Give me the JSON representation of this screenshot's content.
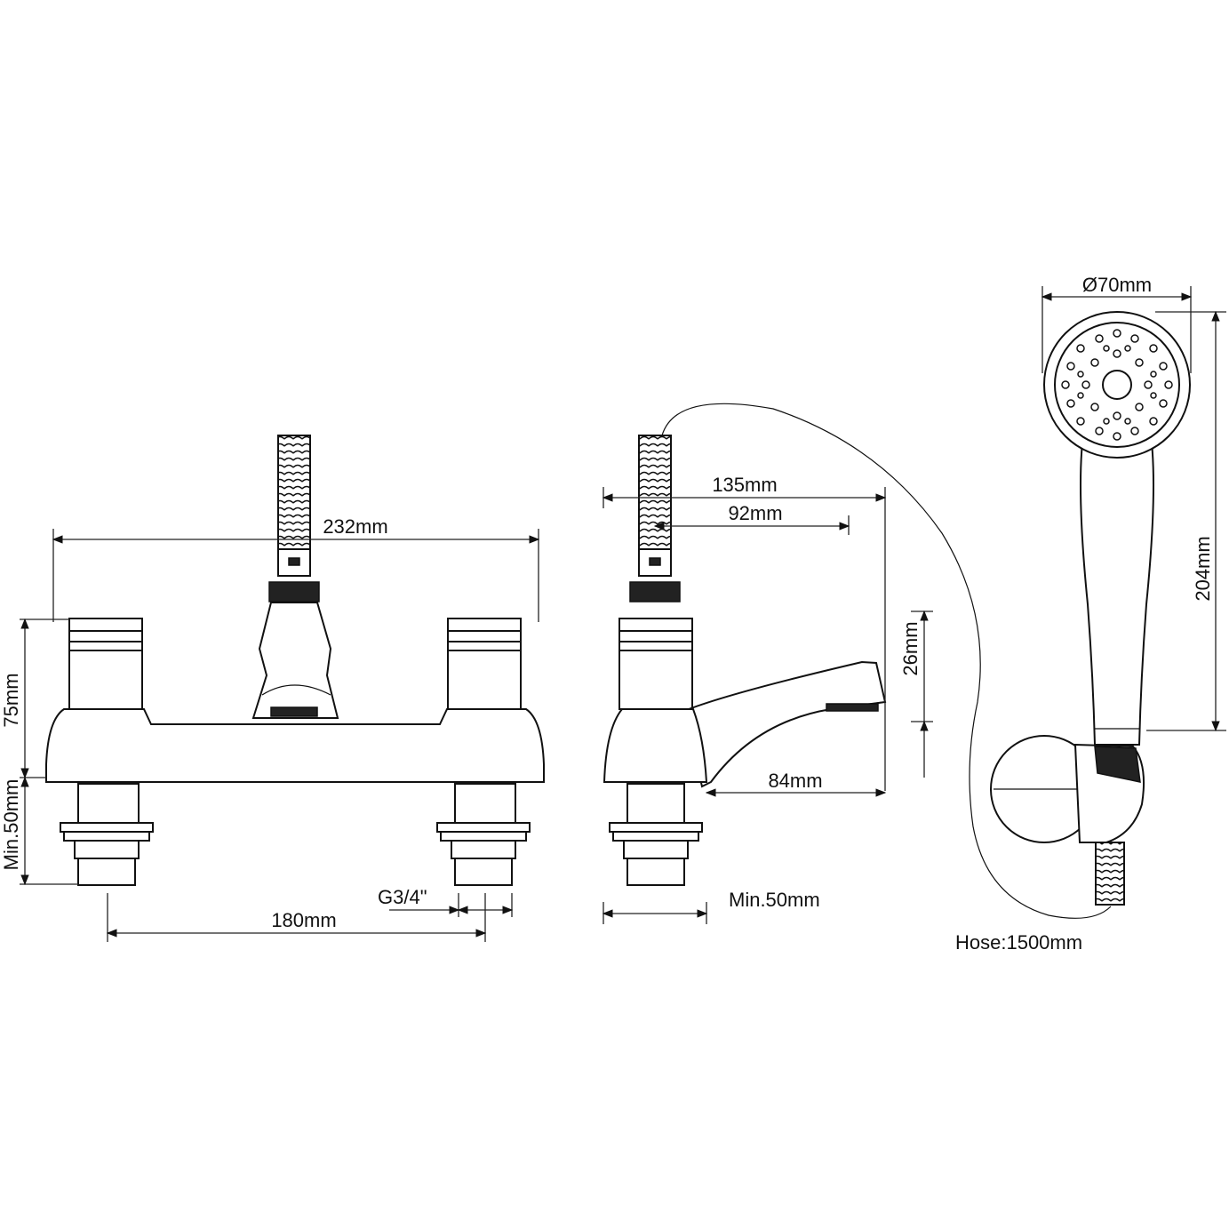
{
  "dimensions": {
    "overall_width": "232mm",
    "centres": "180mm",
    "thread": "G3/4\"",
    "height": "75mm",
    "min_deck_left": "Min.50mm",
    "spout_projection": "135mm",
    "hose_outlet_offset": "92mm",
    "spout_reach": "84mm",
    "spout_height": "26mm",
    "min_deck_side": "Min.50mm",
    "handset_diameter": "Ø70mm",
    "handset_length": "204mm",
    "hose_length": "Hose:1500mm"
  },
  "colors": {
    "line": "#111111",
    "background": "#ffffff"
  }
}
